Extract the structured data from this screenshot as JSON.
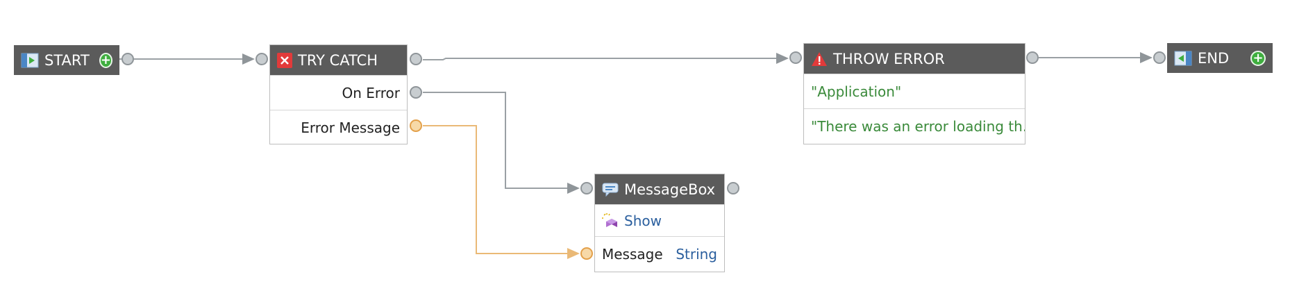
{
  "colors": {
    "node_header": "#5b5b5b",
    "wire_gray": "#9aa0a4",
    "wire_orange": "#eab976",
    "string_literal": "#3a8a3a",
    "type_blue": "#2b5f9e",
    "error_red": "#e23a3a",
    "add_green": "#3fae3f"
  },
  "nodes": {
    "start": {
      "title": "START",
      "icon": "start-flow-icon",
      "add_icon": "add-icon"
    },
    "try_catch": {
      "title": "TRY CATCH",
      "icon": "error-x-icon",
      "on_error": "On Error",
      "error_message": "Error Message"
    },
    "throw_error": {
      "title": "THROW ERROR",
      "icon": "warning-icon",
      "arg1": "\"Application\"",
      "arg2": "\"There was an error loading th..."
    },
    "end": {
      "title": "END",
      "icon": "end-flow-icon",
      "add_icon": "add-icon"
    },
    "messagebox": {
      "title": "MessageBox",
      "icon": "speech-bubble-icon",
      "method": "Show",
      "method_icon": "method-icon",
      "param_name": "Message",
      "param_type": "String"
    }
  }
}
